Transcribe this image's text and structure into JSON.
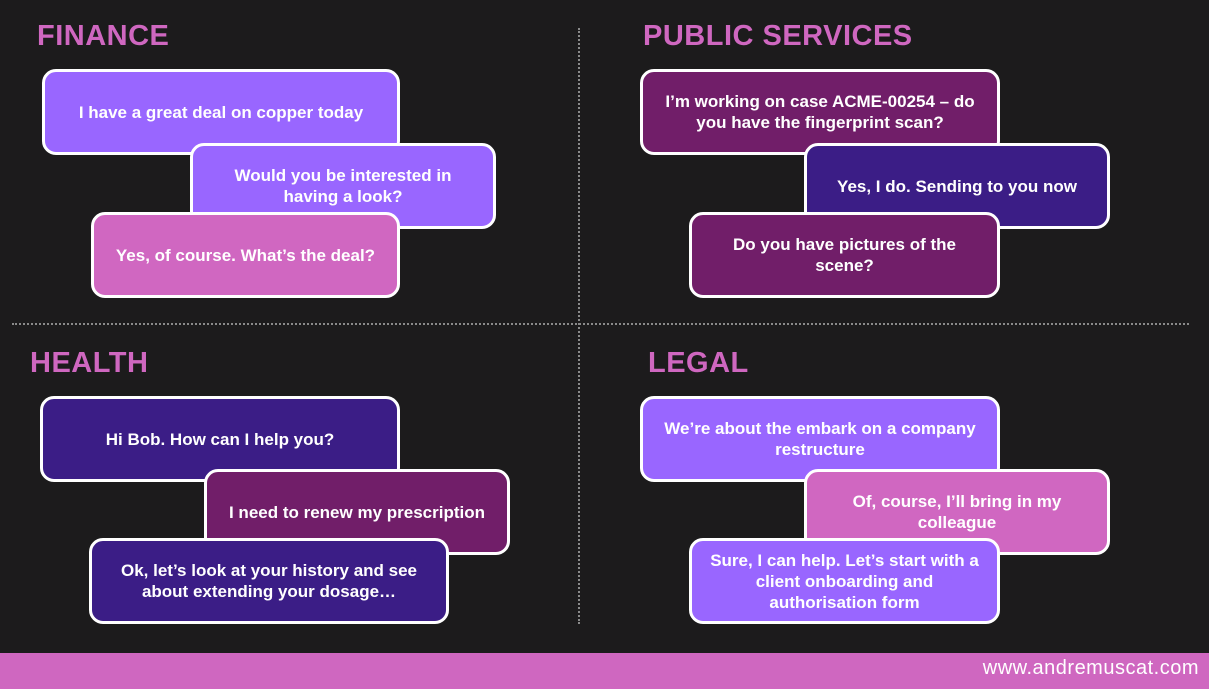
{
  "finance": {
    "heading": "FINANCE",
    "bubbles": [
      "I have a great deal on copper today",
      "Would you be interested in having a look?",
      "Yes, of course. What’s the deal?"
    ]
  },
  "public_services": {
    "heading": "PUBLIC SERVICES",
    "bubbles": [
      "I’m working on case ACME-00254 – do you have the fingerprint scan?",
      "Yes, I do. Sending to you now",
      "Do you have pictures of the scene?"
    ]
  },
  "health": {
    "heading": "HEALTH",
    "bubbles": [
      "Hi Bob. How can I help you?",
      "I need to renew my prescription",
      "Ok, let’s look at your history and see about extending your dosage…"
    ]
  },
  "legal": {
    "heading": "LEGAL",
    "bubbles": [
      "We’re about the embark on a company restructure",
      "Of, course, I’ll bring in my colleague",
      "Sure, I can help. Let’s start with a client onboarding and authorisation form"
    ]
  },
  "footer": {
    "url": "www.andremuscat.com"
  },
  "colors": {
    "background": "#1c1b1c",
    "heading": "#cf67c0",
    "lavender": "#9966ff",
    "pink": "#d067c1",
    "plum": "#711e69",
    "indigo": "#3b1d86",
    "footer_bar": "#cf67c0"
  }
}
